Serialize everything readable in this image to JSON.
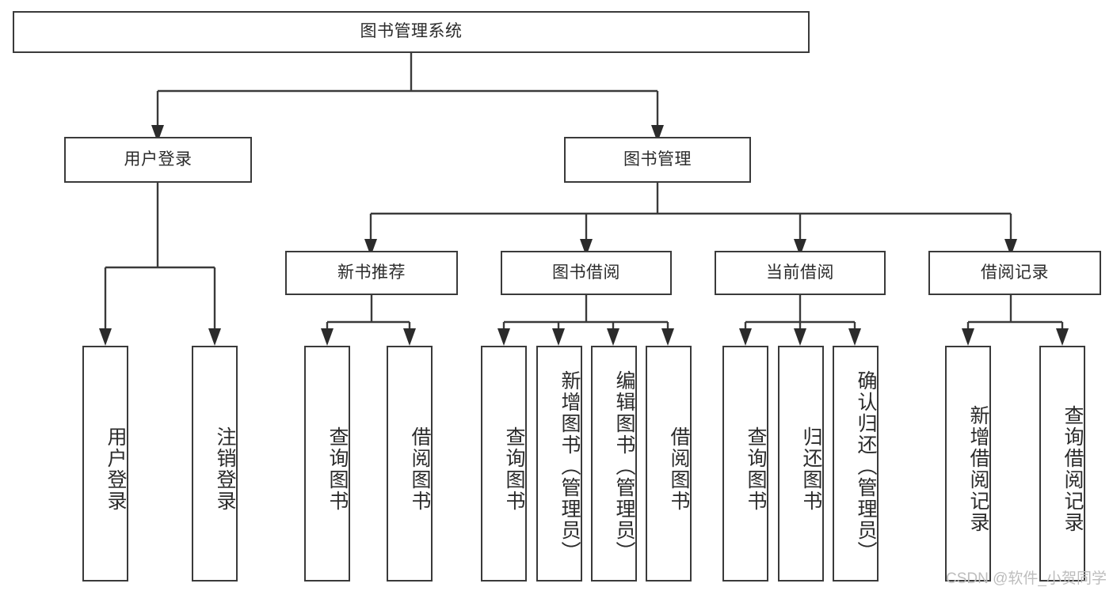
{
  "diagram": {
    "title": "图书管理系统",
    "watermark": "CSDN @软件_小贺同学",
    "colors": {
      "stroke": "#3a3a3a",
      "fill": "#ffffff",
      "text": "#2b2b2b",
      "watermark": "#bdbdbd"
    },
    "root": {
      "label": "图书管理系统"
    },
    "level1": [
      {
        "label": "用户登录"
      },
      {
        "label": "图书管理"
      }
    ],
    "level2": [
      {
        "label": "新书推荐"
      },
      {
        "label": "图书借阅"
      },
      {
        "label": "当前借阅"
      },
      {
        "label": "借阅记录"
      }
    ],
    "leaves": {
      "user_login": [
        {
          "label": "用户登录"
        },
        {
          "label": "注销登录"
        }
      ],
      "new_book_recommend": [
        {
          "label": "查询图书"
        },
        {
          "label": "借阅图书"
        }
      ],
      "book_borrow": [
        {
          "label": "查询图书"
        },
        {
          "label": "新增图书（管理员）"
        },
        {
          "label": "编辑图书（管理员）"
        },
        {
          "label": "借阅图书"
        }
      ],
      "current_borrow": [
        {
          "label": "查询图书"
        },
        {
          "label": "归还图书"
        },
        {
          "label": "确认归还（管理员）"
        }
      ],
      "borrow_record": [
        {
          "label": "新增借阅记录"
        },
        {
          "label": "查询借阅记录"
        }
      ]
    }
  }
}
